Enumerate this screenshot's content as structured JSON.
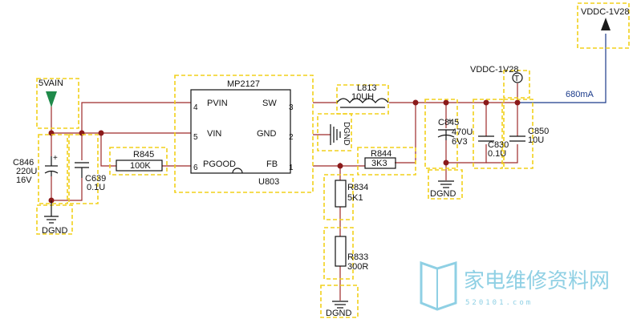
{
  "ic": {
    "ref": "U803",
    "part": "MP2127",
    "pins": [
      {
        "num": "4",
        "name": "PVIN"
      },
      {
        "num": "5",
        "name": "VIN"
      },
      {
        "num": "6",
        "name": "PGOOD"
      },
      {
        "num": "3",
        "name": "SW"
      },
      {
        "num": "2",
        "name": "GND"
      },
      {
        "num": "1",
        "name": "FB"
      }
    ]
  },
  "nets": {
    "input": "5VAIN",
    "output": "VDDC-1V28",
    "output_top": "VDDC-1V28",
    "ground": "DGND",
    "current": "680mA"
  },
  "components": {
    "c846": {
      "ref": "C846",
      "value": "220U",
      "rating": "16V"
    },
    "c639": {
      "ref": "C639",
      "value": "0.1U"
    },
    "r845": {
      "ref": "R845",
      "value": "100K"
    },
    "l813": {
      "ref": "L813",
      "value": "10UH"
    },
    "r844": {
      "ref": "R844",
      "value": "3K3"
    },
    "r834": {
      "ref": "R834",
      "value": "5K1"
    },
    "r833": {
      "ref": "R833",
      "value": "300R"
    },
    "c845": {
      "ref": "C845",
      "value": "470U",
      "rating": "6V3"
    },
    "c830": {
      "ref": "C830",
      "value": "0.1U"
    },
    "c850": {
      "ref": "C850",
      "value": "10U"
    }
  },
  "testpoint": "T",
  "watermark": {
    "text": "家电维修资料网",
    "url": "520101.com"
  },
  "colors": {
    "wire": "#9e2a2a",
    "highlight": "#f2d01a",
    "output_wire": "#1a3a8a",
    "watermark": "#8fd0e4"
  }
}
